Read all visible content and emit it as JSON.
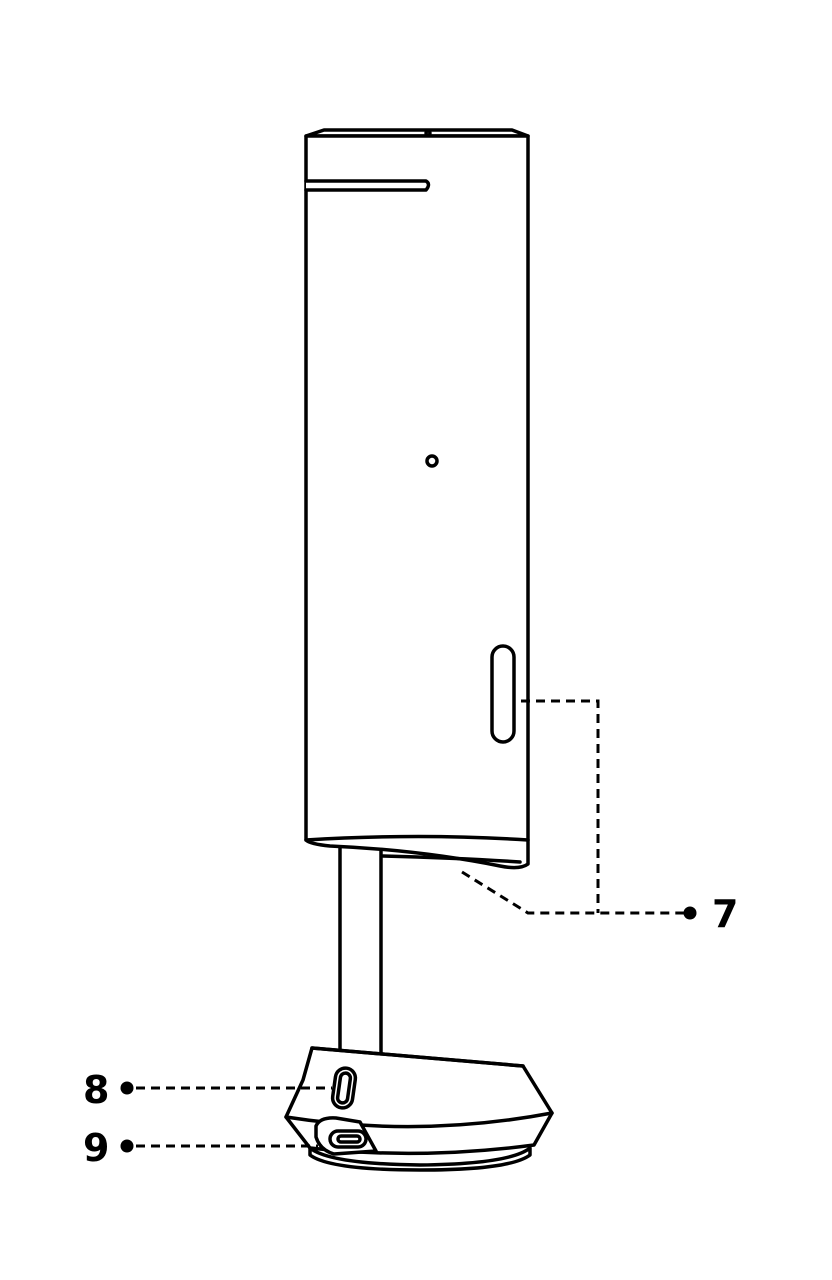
{
  "callouts": {
    "c7": {
      "label": "7"
    },
    "c8": {
      "label": "8"
    },
    "c9": {
      "label": "9"
    }
  },
  "colors": {
    "line": "#000000",
    "background": "#ffffff"
  }
}
